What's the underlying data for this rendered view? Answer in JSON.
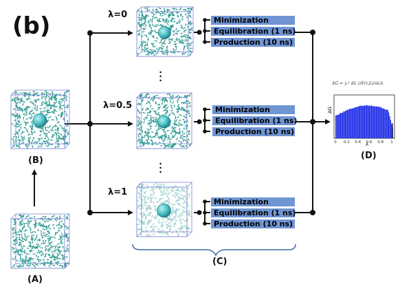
{
  "figure_label": "(b)",
  "panels": {
    "A": "(A)",
    "B": "(B)",
    "C": "(C)",
    "D": "(D)"
  },
  "lambdas": [
    "λ=0",
    "λ=0.5",
    "λ=1"
  ],
  "steps": [
    "Minimization",
    "Equilibration (1 ns)",
    "Production (10 ns)"
  ],
  "plot": {
    "formula": "ΔG = ∫₀¹ dλ ⟨∂V(r,λ)/∂λ⟩λ",
    "ylabel": "ΔG",
    "xlabel": "λ",
    "xticks": [
      "0",
      "0.2",
      "0.4",
      "0.6",
      "0.8",
      "1"
    ]
  },
  "colors": {
    "step_fill": "#6f95d3",
    "water": "#3aa7a0",
    "solute": "#5fc9cc",
    "box": "#7d86d8",
    "bars": "#1f2ee6"
  }
}
